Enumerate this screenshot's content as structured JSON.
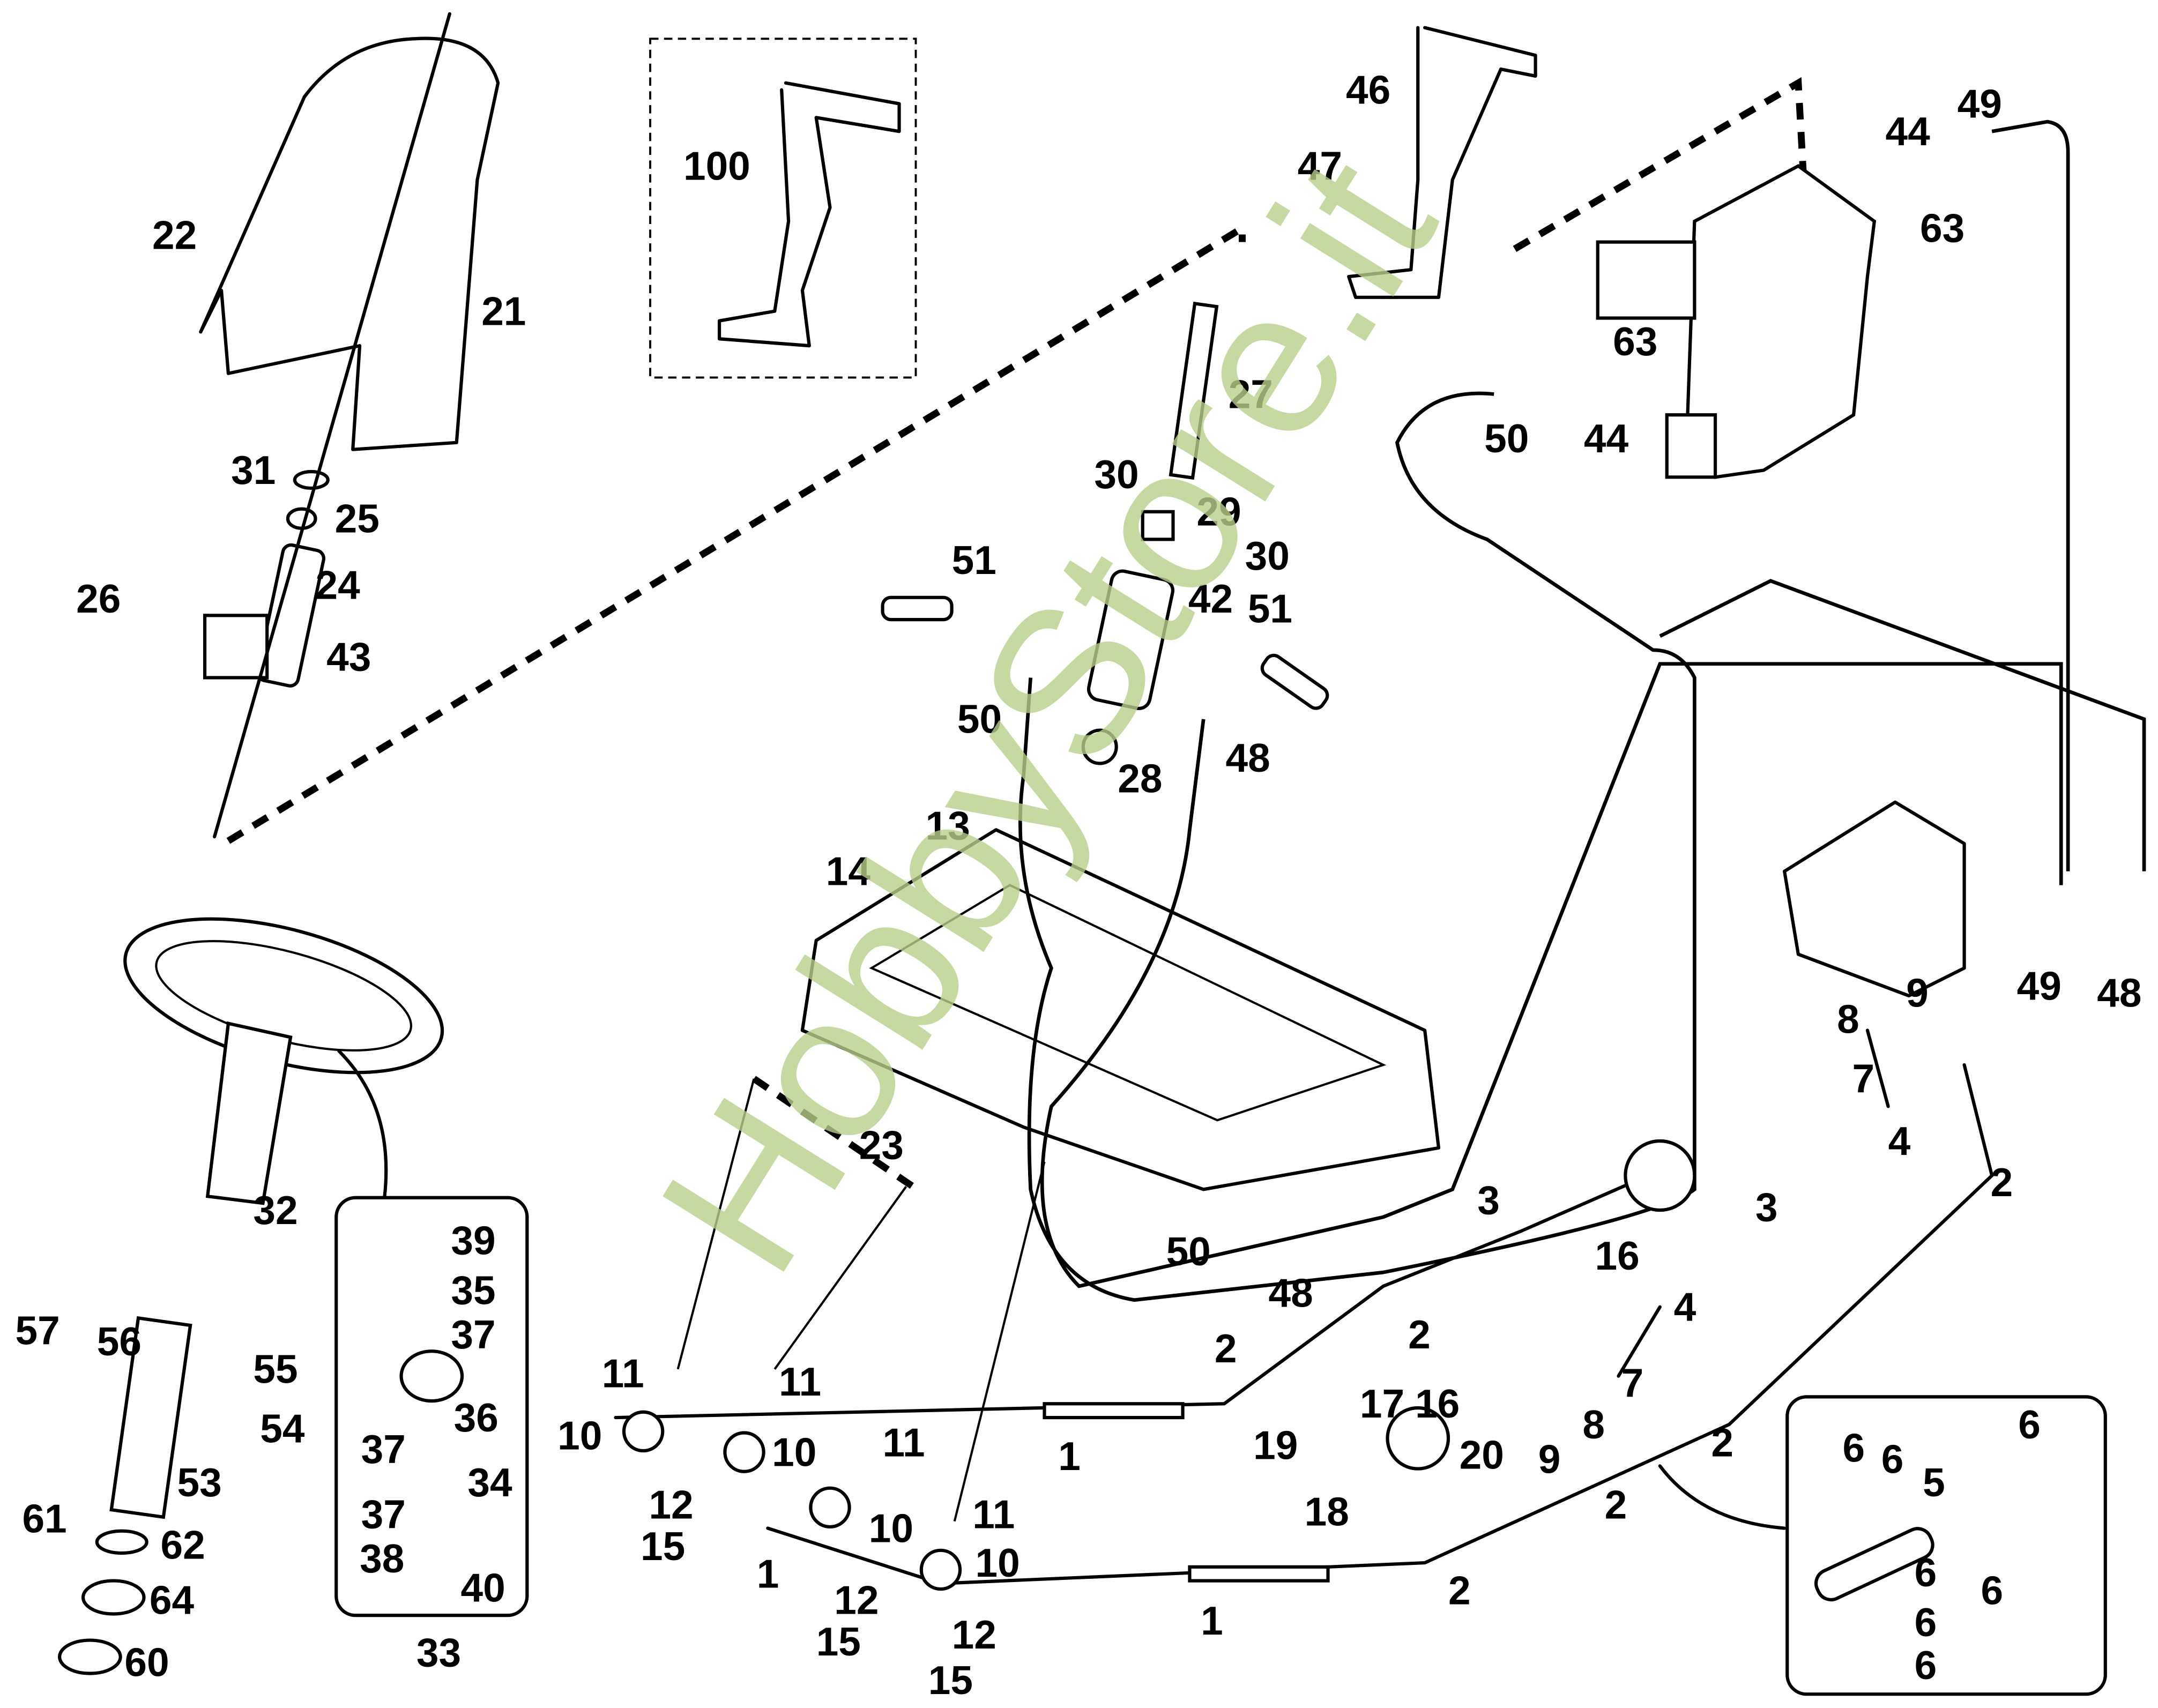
{
  "diagram": {
    "part_labels": [
      "22",
      "21",
      "31",
      "25",
      "24",
      "26",
      "43",
      "100",
      "27",
      "30",
      "29",
      "30",
      "51",
      "42",
      "51",
      "50",
      "48",
      "28",
      "46",
      "47",
      "44",
      "49",
      "63",
      "63",
      "50",
      "44",
      "14",
      "13",
      "23",
      "9",
      "8",
      "7",
      "4",
      "2",
      "49",
      "48",
      "3",
      "3",
      "16",
      "4",
      "50",
      "48",
      "2",
      "2",
      "7",
      "9",
      "8",
      "2",
      "2",
      "19",
      "17",
      "16",
      "20",
      "18",
      "1",
      "11",
      "11",
      "10",
      "10",
      "11",
      "12",
      "15",
      "10",
      "1",
      "12",
      "15",
      "11",
      "10",
      "12",
      "15",
      "1",
      "2",
      "39",
      "35",
      "37",
      "36",
      "37",
      "34",
      "37",
      "38",
      "40",
      "33",
      "32",
      "57",
      "56",
      "55",
      "54",
      "53",
      "61",
      "62",
      "64",
      "60",
      "6",
      "6",
      "6",
      "5",
      "6",
      "6",
      "6",
      "6"
    ],
    "watermark": "HobbyStore.it",
    "colors": {
      "line": "#000000",
      "watermark": "#b9d08a",
      "background": "#ffffff"
    }
  }
}
